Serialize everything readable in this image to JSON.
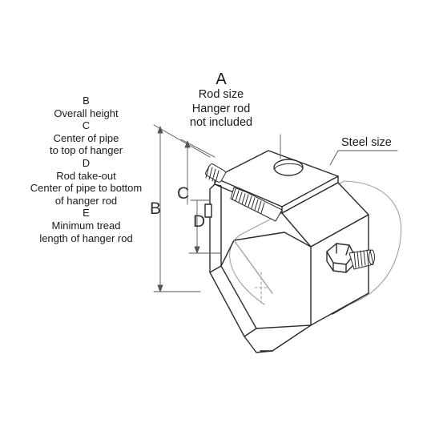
{
  "legend": [
    "B",
    "Overall height",
    "C",
    "Center of pipe",
    "to top of hanger",
    "D",
    "Rod take-out",
    "Center of pipe to bottom",
    "of hanger rod",
    "E",
    "Minimum tread",
    "length of hanger rod"
  ],
  "callouts": {
    "a_letter": "A",
    "rod_size": "Rod size",
    "hanger_rod": "Hanger rod",
    "not_included": "not included",
    "steel_size": "Steel size"
  },
  "dimensions": {
    "b": "B",
    "c": "C",
    "d": "D"
  },
  "colors": {
    "line": "#2b2b2b",
    "light_line": "#9a9a9a",
    "dim_line": "#555555"
  }
}
